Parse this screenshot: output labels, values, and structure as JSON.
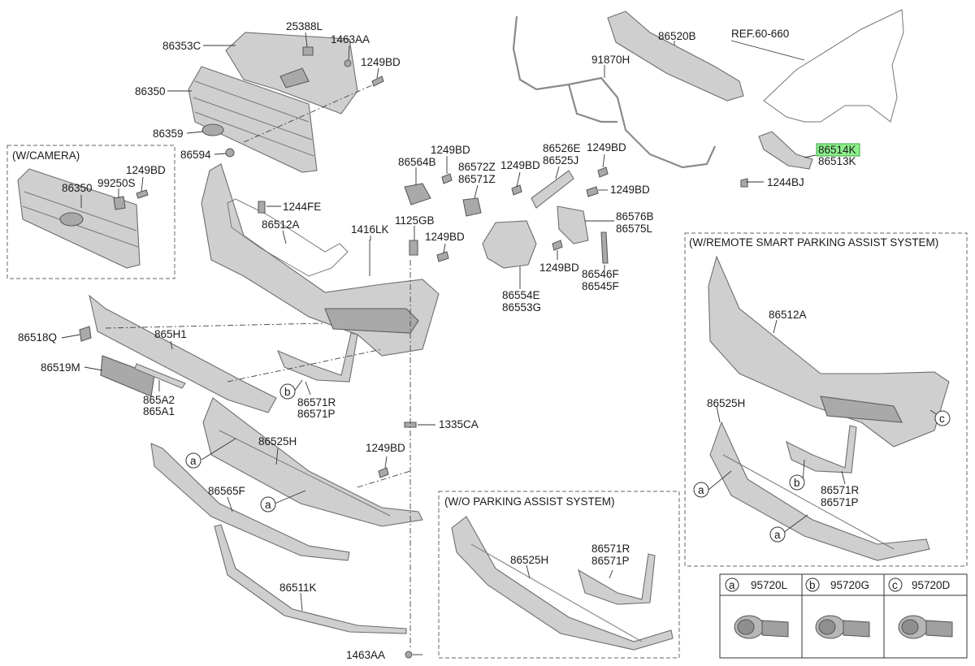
{
  "labels": {
    "l_86353C": "86353C",
    "l_25388L": "25388L",
    "l_1463AA_top": "1463AA",
    "l_1249BD_a": "1249BD",
    "l_86350": "86350",
    "l_86359": "86359",
    "l_86594": "86594",
    "l_1244FE": "1244FE",
    "l_86512A": "86512A",
    "l_1416LK": "1416LK",
    "l_1125GB": "1125GB",
    "l_1249BD_b": "1249BD",
    "l_86564B": "86564B",
    "l_1249BD_c": "1249BD",
    "l_86572Z": "86572Z",
    "l_86571Z": "86571Z",
    "l_1249BD_d": "1249BD",
    "l_86526E": "86526E",
    "l_86525J": "86525J",
    "l_1249BD_e": "1249BD",
    "l_1249BD_f": "1249BD",
    "l_86576B": "86576B",
    "l_86575L": "86575L",
    "l_1249BD_g": "1249BD",
    "l_86546F": "86546F",
    "l_86545F": "86545F",
    "l_86554E": "86554E",
    "l_86553G": "86553G",
    "l_86520B": "86520B",
    "l_91870H": "91870H",
    "l_ref": "REF.60-660",
    "l_86514K": "86514K",
    "l_86513K": "86513K",
    "l_1244BJ": "1244BJ",
    "l_cam_86350": "86350",
    "l_99250S": "99250S",
    "l_1249BD_cam": "1249BD",
    "l_86518Q": "86518Q",
    "l_865H1": "865H1",
    "l_86519M": "86519M",
    "l_865A2": "865A2",
    "l_865A1": "865A1",
    "l_86571R": "86571R",
    "l_86571P": "86571P",
    "l_1335CA": "1335CA",
    "l_86525H": "86525H",
    "l_1249BD_h": "1249BD",
    "l_86565F": "86565F",
    "l_86511K": "86511K",
    "l_1463AA_bot": "1463AA",
    "l_wo_86525H": "86525H",
    "l_wo_86571R": "86571R",
    "l_wo_86571P": "86571P",
    "l_rs_86512A": "86512A",
    "l_rs_86525H": "86525H",
    "l_rs_86571R": "86571R",
    "l_rs_86571P": "86571P"
  },
  "callouts": {
    "a": "a",
    "b": "b",
    "c": "c"
  },
  "sections": {
    "camera": "(W/CAMERA)",
    "no_parking": "(W/O PARKING ASSIST SYSTEM)",
    "remote_parking": "(W/REMOTE SMART PARKING ASSIST SYSTEM)"
  },
  "legend": [
    {
      "key": "a",
      "part": "95720L"
    },
    {
      "key": "b",
      "part": "95720G"
    },
    {
      "key": "c",
      "part": "95720D"
    }
  ],
  "highlight": {
    "part": "86514K",
    "color": "#8df08d"
  }
}
